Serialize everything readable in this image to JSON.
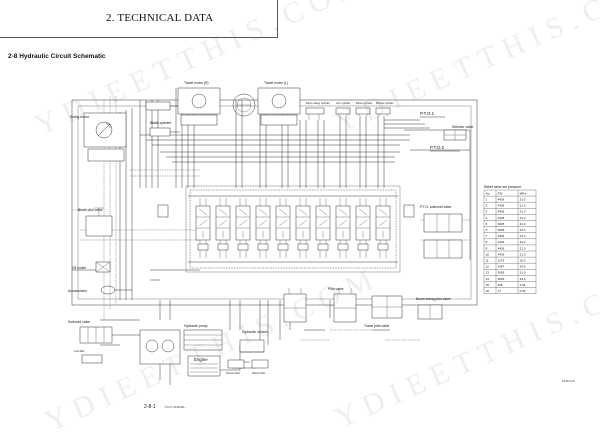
{
  "header": {
    "title": "2. TECHNICAL DATA"
  },
  "section": {
    "heading": "2-8  Hydraulic Circuit Schematic"
  },
  "footer": {
    "page_number": "2-8-1",
    "code": "YC6 F  SN0000~"
  },
  "watermark": {
    "text": "YDIEETTHIS.COM"
  },
  "labels": {
    "travel_r": "Travel motor (R)",
    "travel_l": "Travel motor (L)",
    "swing": "Swing motor",
    "blade_cyl": "Blade cylinder",
    "boom_swing_cyl": "Boom swing cylinder",
    "arm_cyl": "Arm cylinder",
    "boom_cyl": "Boom cylinder",
    "bucket_cyl": "Bucket cylinder",
    "pto1": "P.T.O.1",
    "pto2": "P.T.O.2",
    "selector": "Selector valve",
    "pto_solenoid": "P.T.O. solenoid valve",
    "relief_title": "Relief valve set pressure",
    "blade_pilot": "Blade pilot valve",
    "oil_cooler": "Oil cooler",
    "accumulator": "Accumulator",
    "solenoid_valve": "Solenoid valve",
    "line_filter": "Line filter",
    "hyd_pump": "Hydraulic pump",
    "engine": "Engine",
    "hyd_tank": "Hydraulic oil tank",
    "suction_filter": "Suction filter",
    "return_filter": "Return filter",
    "pilot_valve": "Pilot valve",
    "travel_pilot": "Travel pilot valve",
    "boom_swing_pilot": "Boom swing pilot valve",
    "small_ref": "ST-5C-H-8"
  },
  "relief_table": {
    "headers": [
      "No.",
      "PSI",
      "MPa"
    ],
    "rows": [
      [
        "1",
        "4436",
        "21.0"
      ],
      [
        "2",
        "4436",
        "21.0"
      ],
      [
        "3",
        "4436",
        "21.0"
      ],
      [
        "4",
        "4436",
        "21.0"
      ],
      [
        "5",
        "3005",
        "21.0"
      ],
      [
        "6",
        "3005",
        "21.0"
      ],
      [
        "7",
        "4436",
        "21.0"
      ],
      [
        "8",
        "4436",
        "21.0"
      ],
      [
        "9",
        "4436",
        "21.0"
      ],
      [
        "10",
        "4436",
        "21.0"
      ],
      [
        "11",
        "2176",
        "15.0"
      ],
      [
        "12",
        "3487",
        "24.0"
      ],
      [
        "13",
        "3005",
        "21.0"
      ],
      [
        "14",
        "3553",
        "24.5"
      ],
      [
        "15",
        "435",
        "2.94"
      ],
      [
        "16",
        "77",
        "0.53"
      ]
    ]
  },
  "colors": {
    "line": "#222222",
    "watermark": "#787878"
  }
}
